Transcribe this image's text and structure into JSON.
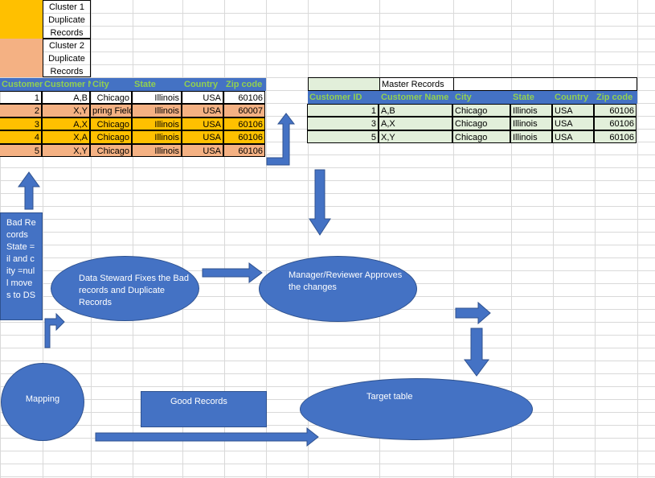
{
  "legend": {
    "cluster1": "Cluster 1 Duplicate Records",
    "cluster2": "Cluster 2 Duplicate Records",
    "cluster1_color": "#ffc000",
    "cluster2_color": "#f4b183"
  },
  "source_table": {
    "headers": [
      "Customer",
      "Customer N",
      "City",
      "State",
      "Country",
      "Zip code"
    ],
    "rows": [
      [
        "1",
        "A,B",
        "Chicago",
        "Illinois",
        "USA",
        "60106"
      ],
      [
        "2",
        "X,Y",
        "pring Field",
        "Illinois",
        "USA",
        "60007"
      ],
      [
        "3",
        "A,X",
        "Chicago",
        "Illinois",
        "USA",
        "60106"
      ],
      [
        "4",
        "X,A",
        "Chicago",
        "Illinois",
        "USA",
        "60106"
      ],
      [
        "5",
        "X,Y",
        "Chicago",
        "Illinois",
        "USA",
        "60106"
      ]
    ]
  },
  "master_table": {
    "title": "Master Records",
    "headers": [
      "Customer ID",
      "Customer Name",
      "City",
      "State",
      "Country",
      "Zip code"
    ],
    "rows": [
      [
        "1",
        "A,B",
        "Chicago",
        "Illinois",
        "USA",
        "60106"
      ],
      [
        "3",
        "A,X",
        "Chicago",
        "Illinois",
        "USA",
        "60106"
      ],
      [
        "5",
        "X,Y",
        "Chicago",
        "Illinois",
        "USA",
        "60106"
      ]
    ]
  },
  "flow": {
    "bad_records_note": "Bad Records State =il and city =null moves to DS",
    "data_steward": "Data Steward Fixes the Bad records and Duplicate Records",
    "manager": "Manager/Reviewer Approves the changes",
    "mapping": "Mapping",
    "good_records": "Good Records",
    "target_table": "Target table"
  },
  "colors": {
    "shape_fill": "#4472c4",
    "header_text": "#92d050",
    "master_fill": "#e2efda"
  }
}
